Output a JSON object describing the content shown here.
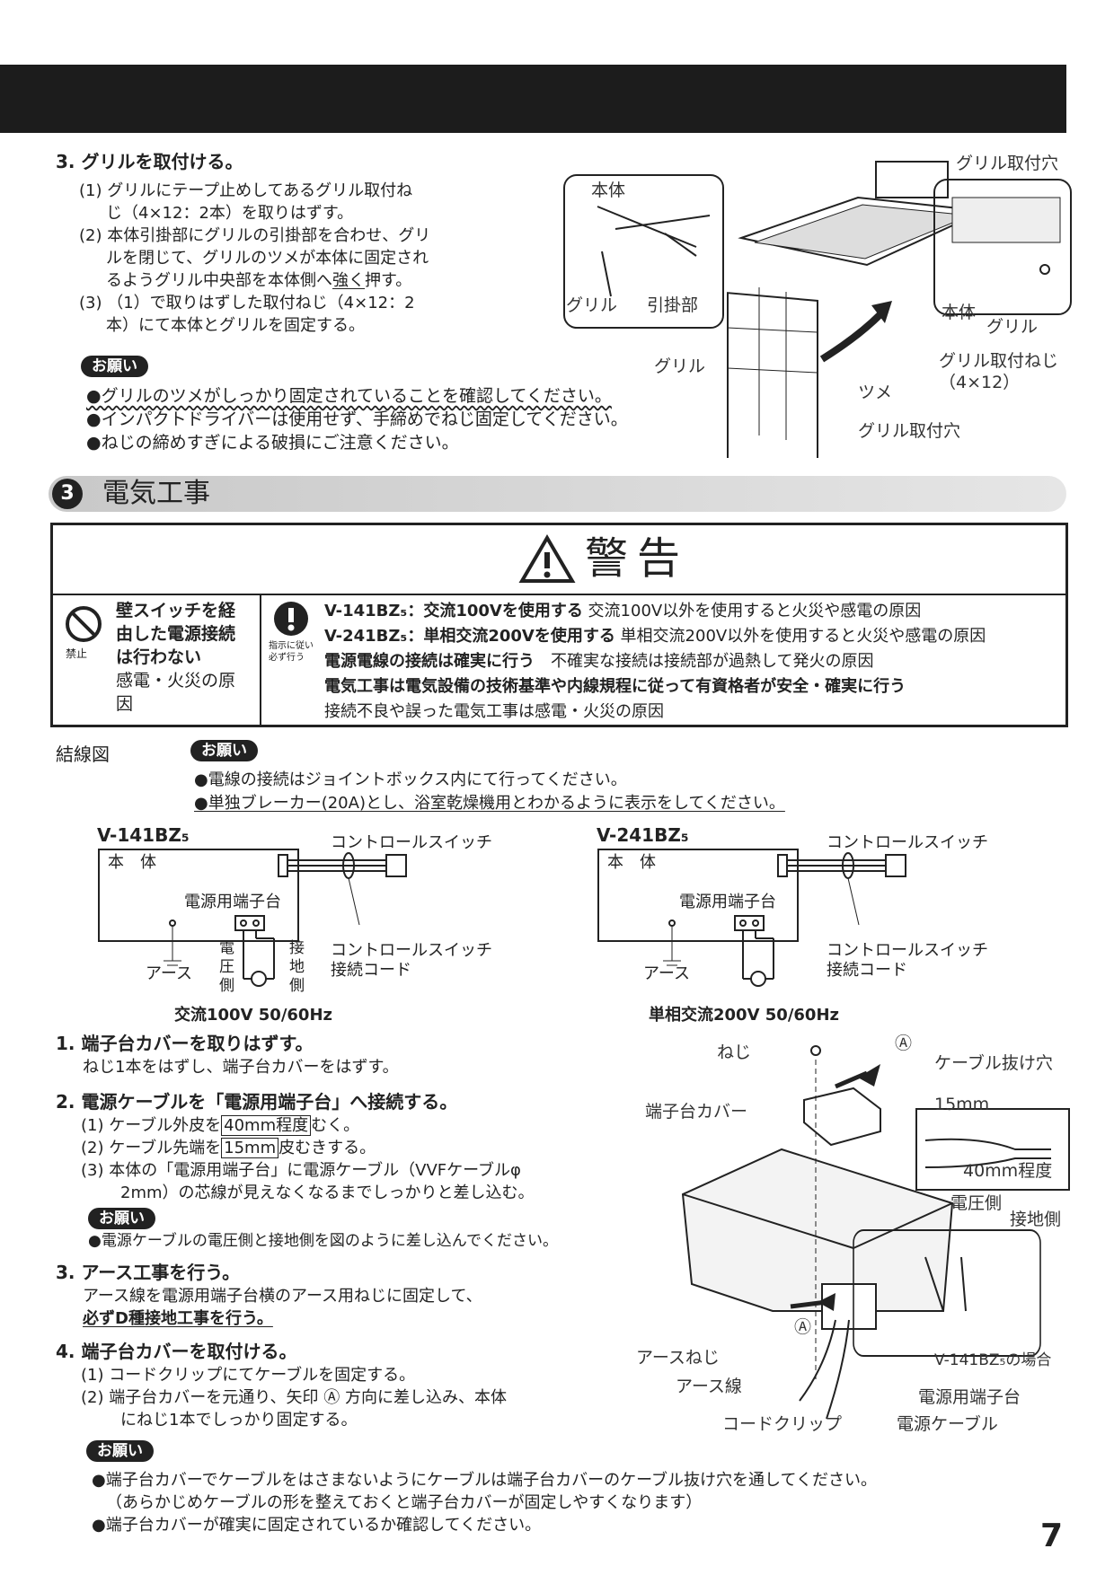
{
  "step3_grille": {
    "title": "3. グリルを取付ける。",
    "items": [
      {
        "num": "(1)",
        "text": "グリルにテープ止めしてあるグリル取付ね",
        "text2": "じ（4×12：2本）を取りはずす。"
      },
      {
        "num": "(2)",
        "text": "本体引掛部にグリルの引掛部を合わせ、グリ",
        "text2": "ルを閉じて、グリルのツメが本体に固定され",
        "text3a": "るようグリル中央部を本体側へ",
        "text3b": "強く",
        "text3c": "押す。"
      },
      {
        "num": "(3)",
        "text": "（1）で取りはずした取付ねじ（4×12：2",
        "text2": "本）にて本体とグリルを固定する。"
      }
    ],
    "request_label": "お願い",
    "notes": [
      "●グリルのツメがしっかり固定されていることを確認してください。",
      "●インパクトドライバーは使用せず、手締めでねじ固定してください。",
      "●ねじの締めすぎによる破損にご注意ください。"
    ],
    "diagram_labels": {
      "honntai": "本体",
      "grille_left": "グリル",
      "hikkake": "引掛部",
      "grille_mid": "グリル",
      "tsume": "ツメ",
      "hole_bottom": "グリル取付穴",
      "hole_top": "グリル取付穴",
      "honntai_right": "本体",
      "grille_right": "グリル",
      "screw": "グリル取付ねじ",
      "screw_size": "（4×12）"
    }
  },
  "section": {
    "num": "3",
    "title": "電気工事"
  },
  "warning": {
    "title": "警告",
    "prohibit_label": "禁止",
    "prohibit_bold": [
      "壁スイッチを経",
      "由した電源接続",
      "は行わない"
    ],
    "prohibit_text": [
      "感電・火災の原",
      "因"
    ],
    "instruct_label1": "指示に従い",
    "instruct_label2": "必ず行う",
    "lines": [
      {
        "bold": "V-141BZ₅：交流100Vを使用する",
        "text": " 交流100V以外を使用すると火災や感電の原因"
      },
      {
        "bold": "V-241BZ₅：単相交流200Vを使用する",
        "text": " 単相交流200V以外を使用すると火災や感電の原因"
      },
      {
        "bold": "電源電線の接続は確実に行う",
        "text": "　不確実な接続は接続部が過熱して発火の原因"
      },
      {
        "bold": "電気工事は電気設備の技術基準や内線規程に従って有資格者が安全・確実に行う",
        "text": ""
      },
      {
        "bold": "",
        "text": "接続不良や誤った電気工事は感電・火災の原因"
      }
    ]
  },
  "wiring": {
    "label": "結線図",
    "request_label": "お願い",
    "note1": "●電線の接続はジョイントボックス内にて行ってください。",
    "note2": "●単独ブレーカー(20A)とし、浴室乾燥機用とわかるように表示をしてください。",
    "left": {
      "model": "V-141BZ₅",
      "body": "本　体",
      "terminal": "電源用端子台",
      "switch": "コントロールスイッチ",
      "cord1": "コントロールスイッチ",
      "cord2": "接続コード",
      "earth": "アース",
      "v1": "電",
      "v2": "圧",
      "v3": "側",
      "g1": "接",
      "g2": "地",
      "g3": "側",
      "power": "交流100V 50/60Hz"
    },
    "right": {
      "model": "V-241BZ₅",
      "body": "本　体",
      "terminal": "電源用端子台",
      "switch": "コントロールスイッチ",
      "cord1": "コントロールスイッチ",
      "cord2": "接続コード",
      "earth": "アース",
      "power": "単相交流200V 50/60Hz"
    }
  },
  "steps": {
    "s1_title": "1. 端子台カバーを取りはずす。",
    "s1_text": "ねじ1本をはずし、端子台カバーをはずす。",
    "s2_title": "2. 電源ケーブルを「電源用端子台」へ接続する。",
    "s2_1a": "(1) ケーブル外皮を",
    "s2_1b": "40mm程度",
    "s2_1c": "むく。",
    "s2_2a": "(2) ケーブル先端を",
    "s2_2b": "15mm",
    "s2_2c": "皮むきする。",
    "s2_3": "(3) 本体の「電源用端子台」に電源ケーブル（VVFケーブルφ",
    "s2_3b": "2mm）の芯線が見えなくなるまでしっかりと差し込む。",
    "s2_request": "お願い",
    "s2_note": "●電源ケーブルの電圧側と接地側を図のように差し込んでください。",
    "s3_title": "3. アース工事を行う。",
    "s3_text": "アース線を電源用端子台横のアース用ねじに固定して、",
    "s3_text2": "必ずD種接地工事を行う。",
    "s4_title": "4. 端子台カバーを取付ける。",
    "s4_1": "(1) コードクリップにてケーブルを固定する。",
    "s4_2": "(2) 端子台カバーを元通り、矢印 Ⓐ 方向に差し込み、本体",
    "s4_2b": "にねじ1本でしっかり固定する。",
    "s4_request": "お願い",
    "s4_note1": "●端子台カバーでケーブルをはさまないようにケーブルは端子台カバーのケーブル抜け穴を通してください。",
    "s4_note1b": "（あらかじめケーブルの形を整えておくと端子台カバーが固定しやすくなります）",
    "s4_note2": "●端子台カバーが確実に固定されているか確認してください。"
  },
  "diagram2_labels": {
    "neji": "ねじ",
    "a_top": "Ⓐ",
    "cable_hole": "ケーブル抜け穴",
    "cover": "端子台カバー",
    "mm15": "15mm",
    "mm40": "40mm程度",
    "voltage": "電圧側",
    "ground": "接地側",
    "case": "V-141BZ₅の場合",
    "a_mid": "Ⓐ",
    "earth_screw": "アースねじ",
    "earth_wire": "アース線",
    "terminal": "電源用端子台",
    "clip": "コードクリップ",
    "cable": "電源ケーブル"
  },
  "page_number": "7"
}
